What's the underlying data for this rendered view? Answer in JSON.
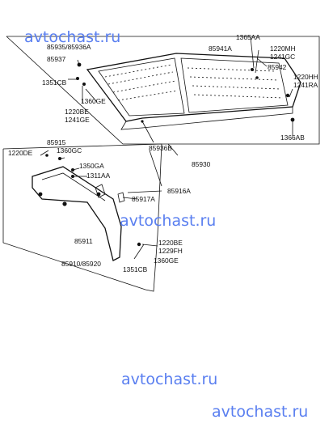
{
  "watermarks": [
    "avtochast.ru",
    "avtochast.ru",
    "avtochast.ru",
    "avtochast.ru"
  ],
  "parts": {
    "p1365AA": "1365AA",
    "p85941A": "85941A",
    "p1220MH": "1220MH",
    "p1241GC": "1241GC",
    "p85942": "85942",
    "p1220HH": "1220HH",
    "p1241RA": "1241RA",
    "p1366AB": "1366AB",
    "p85935": "85935/85936A",
    "p85937": "85937",
    "p1351CB_top": "1351CB",
    "p1360GE_top": "1360GE",
    "p1220BE_top": "1220BE",
    "p1241GE": "1241GE",
    "p85936B": "85936B",
    "p85930": "85930",
    "p85915": "85915",
    "p1220DE": "1220DE",
    "p1360GC": "1360GC",
    "p1350GA": "1350GA",
    "p1311AA": "1311AA",
    "p85916A": "85916A",
    "p85917A": "85917A",
    "p85911": "85911",
    "p85910": "85910/85920",
    "p1220BE_bot": "1220BE",
    "p1229FH": "1229FH",
    "p1351CB_bot": "1351CB",
    "p1360GE_bot": "1360GE"
  }
}
